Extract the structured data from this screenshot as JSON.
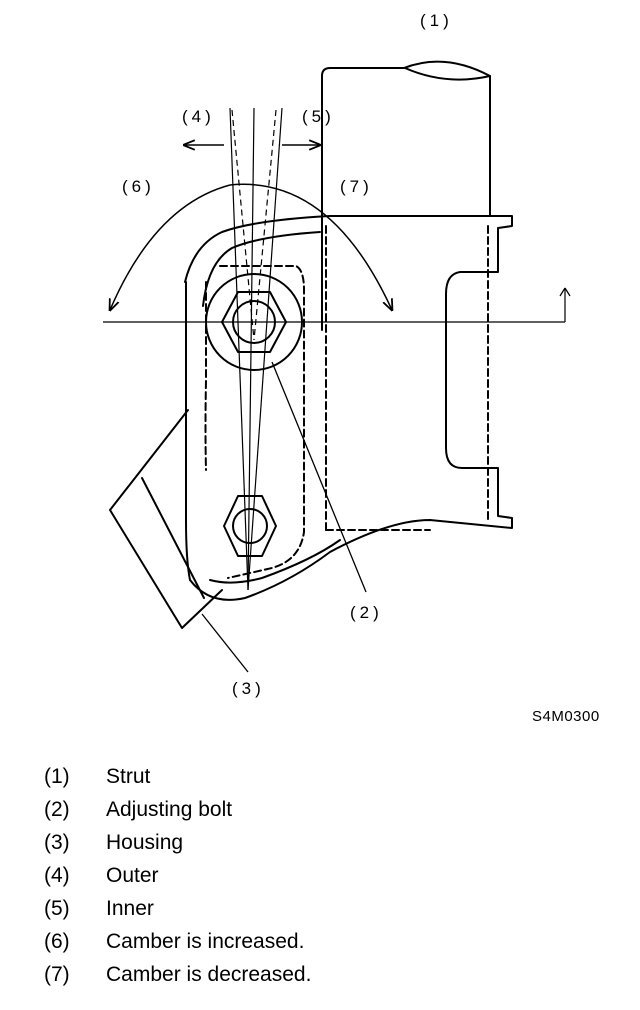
{
  "callouts": {
    "c1": "(1)",
    "c2": "(2)",
    "c3": "(3)",
    "c4": "(4)",
    "c5": "(5)",
    "c6": "(6)",
    "c7": "(7)"
  },
  "figure_code": "S4M0300",
  "legend": [
    {
      "num": "(1)",
      "text": "Strut"
    },
    {
      "num": "(2)",
      "text": "Adjusting bolt"
    },
    {
      "num": "(3)",
      "text": "Housing"
    },
    {
      "num": "(4)",
      "text": "Outer"
    },
    {
      "num": "(5)",
      "text": "Inner"
    },
    {
      "num": "(6)",
      "text": "Camber is increased."
    },
    {
      "num": "(7)",
      "text": "Camber is decreased."
    }
  ]
}
